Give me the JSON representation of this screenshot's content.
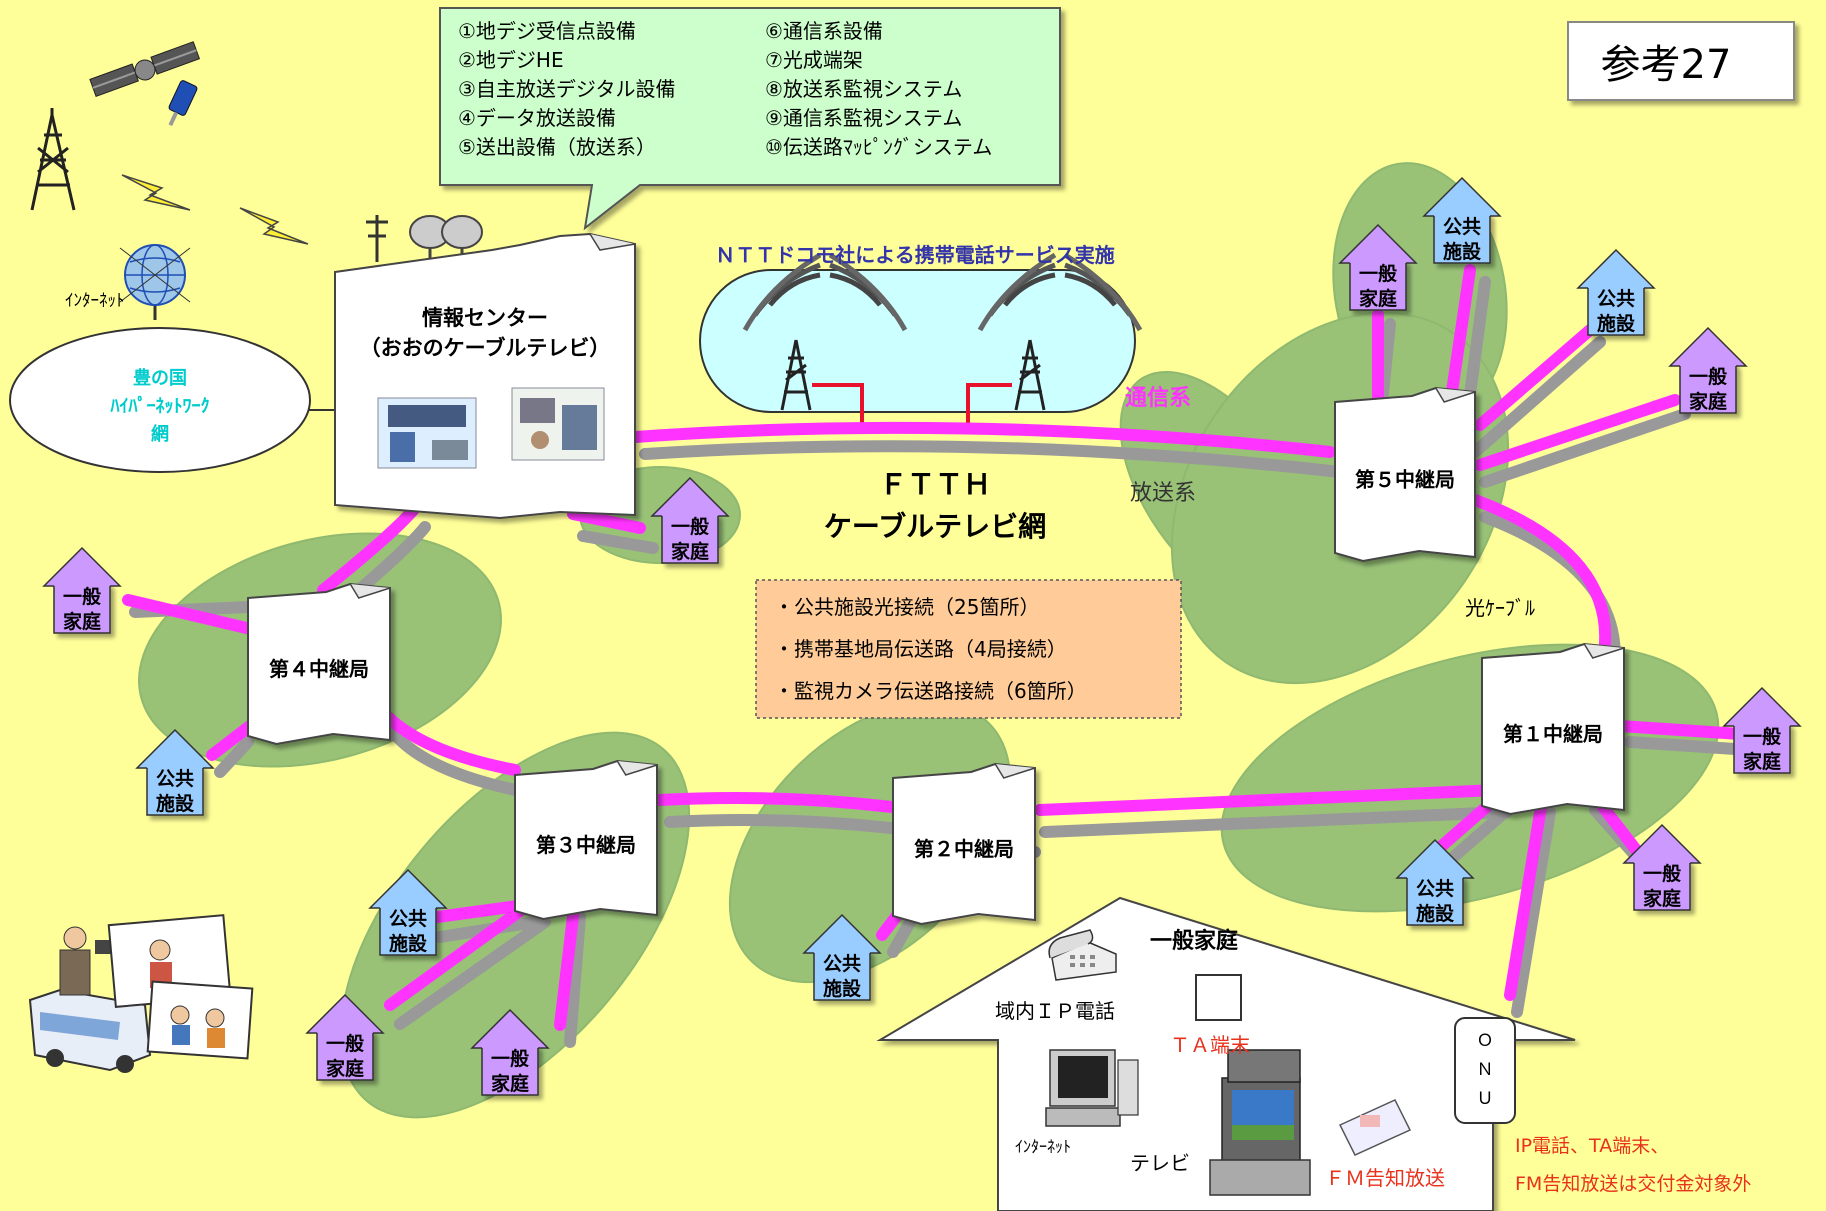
{
  "page": {
    "ref_label": "参考27"
  },
  "callout": {
    "items": [
      "①地デジ受信点設備",
      "②地デジHE",
      "③自主放送デジタル設備",
      "④データ放送設備",
      "⑤送出設備（放送系）",
      "⑥通信系設備",
      "⑦光成端架",
      "⑧放送系監視システム",
      "⑨通信系監視システム",
      "⑩伝送路ﾏｯﾋﾟﾝｸﾞシステム"
    ]
  },
  "top_left": {
    "internet_label": "ｲﾝﾀｰﾈｯﾄ",
    "network_lines": [
      "豊の国",
      "ﾊｲﾊﾟｰﾈｯﾄﾜｰｸ",
      "網"
    ]
  },
  "center": {
    "title_lines": [
      "情報センター",
      "（おおのケーブルテレビ）"
    ]
  },
  "docomo": {
    "caption": "ＮＴＴドコモ社による携帯電話サービス実施"
  },
  "labels": {
    "tsushin": "通信系",
    "hoso": "放送系",
    "ftth_lines": [
      "ＦＴＴＨ",
      "ケーブルテレビ網"
    ],
    "hikari": "光ｹｰﾌﾞﾙ"
  },
  "info_box": {
    "items": [
      "・公共施設光接続（25箇所）",
      "・携帯基地局伝送路（4局接続）",
      "・監視カメラ伝送路接続（6箇所）"
    ]
  },
  "stations": {
    "s1": "第１中継局",
    "s2": "第２中継局",
    "s3": "第３中継局",
    "s4": "第４中継局",
    "s5": "第５中継局"
  },
  "house_labels": {
    "home_top": "一般",
    "home_bottom": "家庭",
    "public_top": "公共",
    "public_bottom": "施設"
  },
  "home": {
    "title": "一般家庭",
    "phone": "域内ＩＰ電話",
    "ta": "ＴＡ端末",
    "onu": [
      "Ｏ",
      "Ｎ",
      "Ｕ"
    ],
    "internet": "ｲﾝﾀｰﾈｯﾄ",
    "tv": "テレビ",
    "fm": "ＦＭ告知放送"
  },
  "note": {
    "lines": [
      "IP電話、TA端末、",
      "FM告知放送は交付金対象外"
    ]
  },
  "colors": {
    "background": "#ffff99",
    "green_area": "#99c277",
    "fiber": "#ff33ff",
    "home_house": "#cc99ff",
    "public_house": "#99ccff",
    "red_text": "#e8321c",
    "docomo_text": "#3333aa"
  }
}
